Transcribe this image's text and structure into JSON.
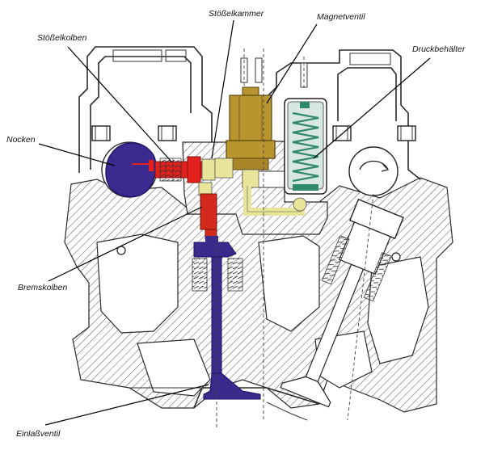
{
  "labels": {
    "stoesselkammer": "Stößelkammer",
    "magnetventil": "Magnetventil",
    "stoesselkolben": "Stößelkolben",
    "druckbehaelter": "Druckbehälter",
    "nocken": "Nocken",
    "bremskolben": "Bremskolben",
    "einlassventil": "Einlaßventil"
  },
  "colors": {
    "nocken": "#3b2a8f",
    "stoesselkolben": "#e2211c",
    "magnetventil": "#b8952e",
    "druckbehaelter": "#2f8a6a",
    "oelleitung": "#e8e49a",
    "bremskolben": "#d42a1e",
    "einlassventil": "#3a2a8c"
  }
}
